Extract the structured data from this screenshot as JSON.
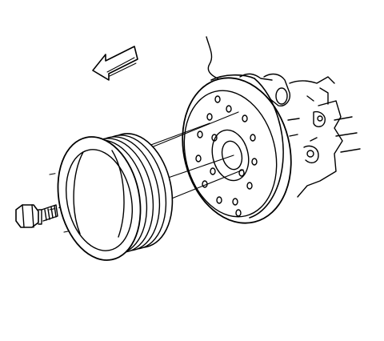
{
  "figure": {
    "kind": "line-art service illustration",
    "parts": [
      {
        "id": "direction-arrow",
        "icon": "arrow-left-icon"
      },
      {
        "id": "crankshaft-pulley-bolt",
        "icon": "hex-bolt-icon"
      },
      {
        "id": "crankshaft-pulley",
        "icon": "multi-groove-pulley-icon"
      },
      {
        "id": "harmonic-balancer",
        "icon": "balancer-hub-icon"
      },
      {
        "id": "engine-front-cover",
        "icon": "engine-block-icon"
      }
    ],
    "colors": {
      "line": "#000000",
      "background": "#ffffff"
    }
  }
}
